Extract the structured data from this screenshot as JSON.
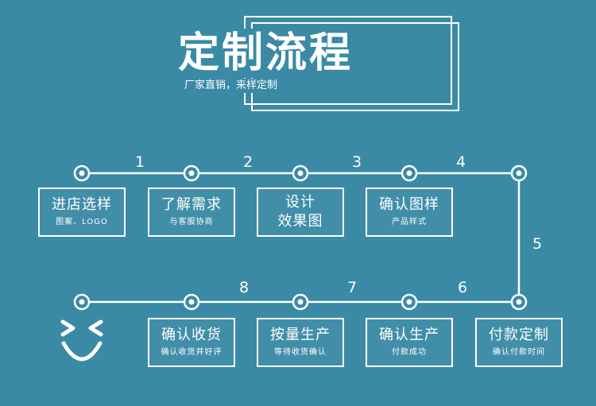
{
  "header": {
    "title": "定制流程",
    "subtitle": "厂家直销，来样定制"
  },
  "steps_top": [
    {
      "title": "进店选样",
      "subtitle": "图案、LOGO"
    },
    {
      "title": "了解需求",
      "subtitle": "与客服协商"
    },
    {
      "title_line1": "设计",
      "title_line2": "效果图"
    },
    {
      "title": "确认图样",
      "subtitle": "产品样式"
    }
  ],
  "steps_bottom": [
    {
      "title": "确认收货",
      "subtitle": "确认收货并好评"
    },
    {
      "title": "按量生产",
      "subtitle": "等待收货确认"
    },
    {
      "title": "确认生产",
      "subtitle": "付款成功"
    },
    {
      "title": "付款定制",
      "subtitle": "确认付款时间"
    }
  ],
  "step_numbers": {
    "n1": "1",
    "n2": "2",
    "n3": "3",
    "n4": "4",
    "n5": "5",
    "n6": "6",
    "n7": "7",
    "n8": "8"
  },
  "colors": {
    "background": "#3a8aa6",
    "foreground": "#ffffff"
  },
  "icons": {
    "end_face": "smiley-face-icon",
    "node": "circle-node-icon"
  }
}
